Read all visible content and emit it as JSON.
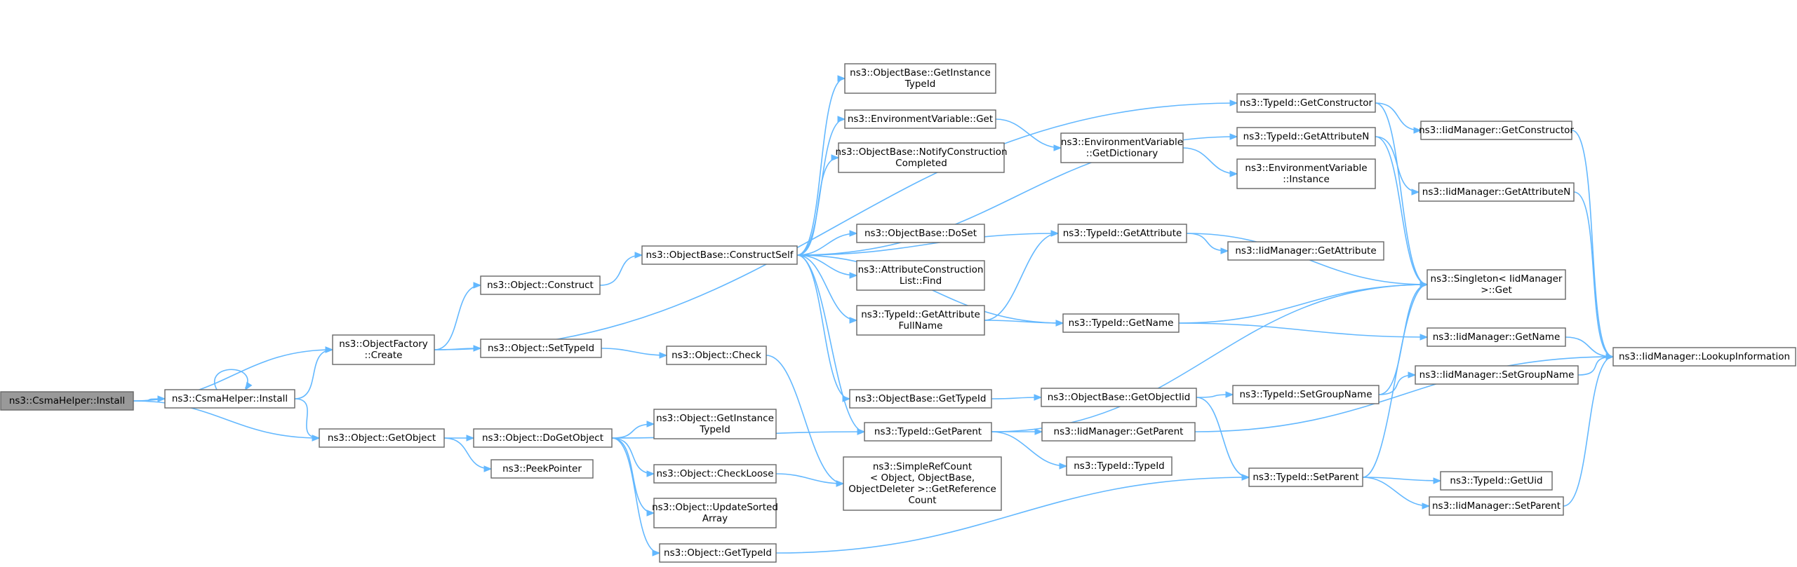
{
  "graph": {
    "accent_color": "#63b8ff",
    "root_fill": "#999999",
    "node_border": "#666666",
    "nodes": [
      {
        "id": "n0",
        "lines": [
          "ns3::CsmaHelper::Install"
        ],
        "root": true
      },
      {
        "id": "n1",
        "lines": [
          "ns3::CsmaHelper::Install"
        ]
      },
      {
        "id": "n2",
        "lines": [
          "ns3::ObjectFactory",
          "::Create"
        ]
      },
      {
        "id": "n3",
        "lines": [
          "ns3::Object::GetObject"
        ]
      },
      {
        "id": "n4",
        "lines": [
          "ns3::Object::Construct"
        ]
      },
      {
        "id": "n5",
        "lines": [
          "ns3::Object::SetTypeId"
        ]
      },
      {
        "id": "n6",
        "lines": [
          "ns3::Object::DoGetObject"
        ]
      },
      {
        "id": "n7",
        "lines": [
          "ns3::PeekPointer"
        ]
      },
      {
        "id": "n8",
        "lines": [
          "ns3::ObjectBase::ConstructSelf"
        ]
      },
      {
        "id": "n9",
        "lines": [
          "ns3::Object::Check"
        ]
      },
      {
        "id": "n10",
        "lines": [
          "ns3::Object::GetInstance",
          "TypeId"
        ]
      },
      {
        "id": "n11",
        "lines": [
          "ns3::Object::CheckLoose"
        ]
      },
      {
        "id": "n12",
        "lines": [
          "ns3::Object::UpdateSorted",
          "Array"
        ]
      },
      {
        "id": "n13",
        "lines": [
          "ns3::Object::GetTypeId"
        ]
      },
      {
        "id": "n14",
        "lines": [
          "ns3::ObjectBase::GetInstance",
          "TypeId"
        ]
      },
      {
        "id": "n15",
        "lines": [
          "ns3::EnvironmentVariable::Get"
        ]
      },
      {
        "id": "n16",
        "lines": [
          "ns3::ObjectBase::NotifyConstruction",
          "Completed"
        ]
      },
      {
        "id": "n17",
        "lines": [
          "ns3::ObjectBase::DoSet"
        ]
      },
      {
        "id": "n18",
        "lines": [
          "ns3::AttributeConstruction",
          "List::Find"
        ]
      },
      {
        "id": "n19",
        "lines": [
          "ns3::TypeId::GetAttribute",
          "FullName"
        ]
      },
      {
        "id": "n20",
        "lines": [
          "ns3::ObjectBase::GetTypeId"
        ]
      },
      {
        "id": "n21",
        "lines": [
          "ns3::TypeId::GetParent"
        ]
      },
      {
        "id": "n22",
        "lines": [
          "ns3::SimpleRefCount",
          "< Object, ObjectBase,",
          "ObjectDeleter >::GetReference",
          "Count"
        ]
      },
      {
        "id": "n23",
        "lines": [
          "ns3::EnvironmentVariable",
          "::GetDictionary"
        ]
      },
      {
        "id": "n24",
        "lines": [
          "ns3::TypeId::GetAttribute"
        ]
      },
      {
        "id": "n25",
        "lines": [
          "ns3::TypeId::GetName"
        ]
      },
      {
        "id": "n26",
        "lines": [
          "ns3::ObjectBase::GetObjectIid"
        ]
      },
      {
        "id": "n27",
        "lines": [
          "ns3::IidManager::GetParent"
        ]
      },
      {
        "id": "n28",
        "lines": [
          "ns3::TypeId::TypeId"
        ]
      },
      {
        "id": "n29",
        "lines": [
          "ns3::TypeId::GetConstructor"
        ]
      },
      {
        "id": "n30",
        "lines": [
          "ns3::TypeId::GetAttributeN"
        ]
      },
      {
        "id": "n31",
        "lines": [
          "ns3::EnvironmentVariable",
          "::Instance"
        ]
      },
      {
        "id": "n32",
        "lines": [
          "ns3::IidManager::GetAttribute"
        ]
      },
      {
        "id": "n33",
        "lines": [
          "ns3::TypeId::SetGroupName"
        ]
      },
      {
        "id": "n34",
        "lines": [
          "ns3::TypeId::SetParent"
        ]
      },
      {
        "id": "n35",
        "lines": [
          "ns3::IidManager::GetConstructor"
        ]
      },
      {
        "id": "n36",
        "lines": [
          "ns3::IidManager::GetAttributeN"
        ]
      },
      {
        "id": "n37",
        "lines": [
          "ns3::Singleton< IidManager",
          ">::Get"
        ]
      },
      {
        "id": "n38",
        "lines": [
          "ns3::IidManager::GetName"
        ]
      },
      {
        "id": "n39",
        "lines": [
          "ns3::IidManager::SetGroupName"
        ]
      },
      {
        "id": "n40",
        "lines": [
          "ns3::TypeId::GetUid"
        ]
      },
      {
        "id": "n41",
        "lines": [
          "ns3::IidManager::SetParent"
        ]
      },
      {
        "id": "n42",
        "lines": [
          "ns3::IidManager::LookupInformation"
        ]
      }
    ],
    "edges": [
      [
        "n0",
        "n1"
      ],
      [
        "n0",
        "n2"
      ],
      [
        "n0",
        "n3"
      ],
      [
        "n1",
        "n1"
      ],
      [
        "n1",
        "n2"
      ],
      [
        "n1",
        "n3"
      ],
      [
        "n2",
        "n4"
      ],
      [
        "n2",
        "n5"
      ],
      [
        "n2",
        "n29"
      ],
      [
        "n3",
        "n6"
      ],
      [
        "n3",
        "n7"
      ],
      [
        "n4",
        "n8"
      ],
      [
        "n5",
        "n9"
      ],
      [
        "n6",
        "n10"
      ],
      [
        "n6",
        "n11"
      ],
      [
        "n6",
        "n12"
      ],
      [
        "n6",
        "n13"
      ],
      [
        "n6",
        "n21"
      ],
      [
        "n8",
        "n14"
      ],
      [
        "n8",
        "n15"
      ],
      [
        "n8",
        "n16"
      ],
      [
        "n8",
        "n17"
      ],
      [
        "n8",
        "n18"
      ],
      [
        "n8",
        "n19"
      ],
      [
        "n8",
        "n20"
      ],
      [
        "n8",
        "n21"
      ],
      [
        "n8",
        "n24"
      ],
      [
        "n8",
        "n25"
      ],
      [
        "n8",
        "n30"
      ],
      [
        "n9",
        "n22"
      ],
      [
        "n11",
        "n22"
      ],
      [
        "n13",
        "n34"
      ],
      [
        "n15",
        "n23"
      ],
      [
        "n19",
        "n24"
      ],
      [
        "n19",
        "n25"
      ],
      [
        "n20",
        "n26"
      ],
      [
        "n21",
        "n27"
      ],
      [
        "n21",
        "n28"
      ],
      [
        "n21",
        "n37"
      ],
      [
        "n23",
        "n31"
      ],
      [
        "n24",
        "n32"
      ],
      [
        "n24",
        "n37"
      ],
      [
        "n25",
        "n37"
      ],
      [
        "n25",
        "n38"
      ],
      [
        "n26",
        "n33"
      ],
      [
        "n26",
        "n34"
      ],
      [
        "n27",
        "n42"
      ],
      [
        "n29",
        "n35"
      ],
      [
        "n29",
        "n37"
      ],
      [
        "n30",
        "n36"
      ],
      [
        "n30",
        "n37"
      ],
      [
        "n33",
        "n37"
      ],
      [
        "n33",
        "n39"
      ],
      [
        "n34",
        "n37"
      ],
      [
        "n34",
        "n40"
      ],
      [
        "n34",
        "n41"
      ],
      [
        "n35",
        "n42"
      ],
      [
        "n36",
        "n42"
      ],
      [
        "n38",
        "n42"
      ],
      [
        "n39",
        "n42"
      ],
      [
        "n41",
        "n42"
      ]
    ]
  }
}
